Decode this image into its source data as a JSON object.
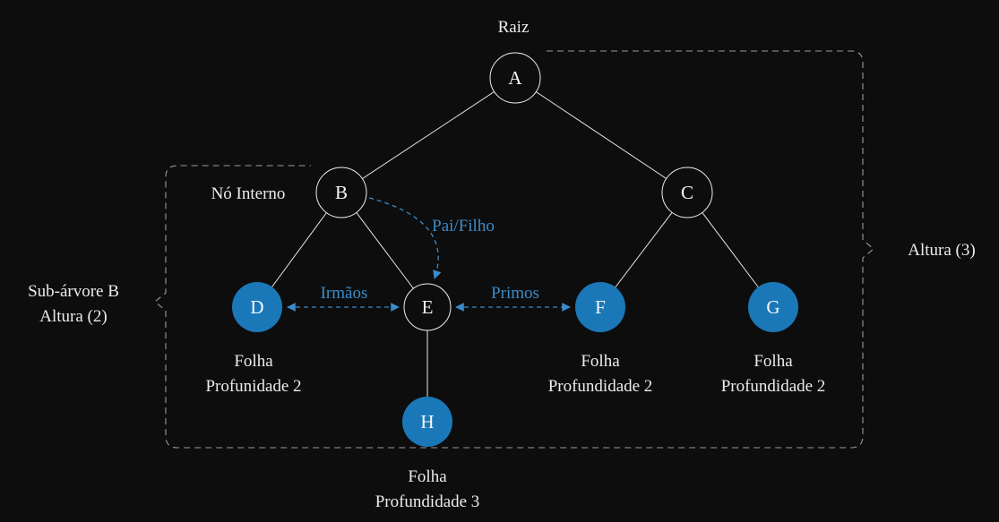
{
  "diagram": {
    "title_note": "Binary tree terminology diagram (Portuguese)",
    "colors": {
      "background": "#0d0d0d",
      "edge": "#e8e8e8",
      "node_stroke": "#f0f0f0",
      "node_fill": "#0d0d0d",
      "leaf_fill": "#1b78b8",
      "accent_blue": "#3a8ccb",
      "dashed": "#9a9a9a",
      "text": "#ececec",
      "node_text": "#f7f7f7"
    },
    "node_labels": {
      "a": "A",
      "b": "B",
      "c": "C",
      "d": "D",
      "e": "E",
      "f": "F",
      "g": "G",
      "h": "H"
    },
    "nodes": [
      {
        "id": "A",
        "type": "internal-root"
      },
      {
        "id": "B",
        "type": "internal"
      },
      {
        "id": "C",
        "type": "internal"
      },
      {
        "id": "D",
        "type": "leaf"
      },
      {
        "id": "E",
        "type": "internal"
      },
      {
        "id": "F",
        "type": "leaf"
      },
      {
        "id": "G",
        "type": "leaf"
      },
      {
        "id": "H",
        "type": "leaf"
      }
    ],
    "edges": [
      "A-B",
      "A-C",
      "B-D",
      "B-E",
      "C-F",
      "C-G",
      "E-H"
    ],
    "labels": {
      "raiz": "Raiz",
      "no_interno": "Nó Interno",
      "pai_filho": "Pai/Filho",
      "irmaos": "Irmãos",
      "primos": "Primos",
      "subarvore_line1": "Sub-árvore B",
      "subarvore_line2": "Altura (2)",
      "altura_3": "Altura (3)",
      "folha_d_line1": "Folha",
      "folha_d_line2": "Profunidade 2",
      "folha_f_line1": "Folha",
      "folha_f_line2": "Profundidade 2",
      "folha_g_line1": "Folha",
      "folha_g_line2": "Profundidade 2",
      "folha_h_line1": "Folha",
      "folha_h_line2": "Profundidade 3"
    },
    "relations": [
      {
        "label": "Pai/Filho",
        "between": "B-E",
        "style": "dashed-curved-arrow"
      },
      {
        "label": "Irmãos",
        "between": "D-E",
        "style": "dashed-double-arrow"
      },
      {
        "label": "Primos",
        "between": "E-F",
        "style": "dashed-double-arrow"
      }
    ]
  }
}
